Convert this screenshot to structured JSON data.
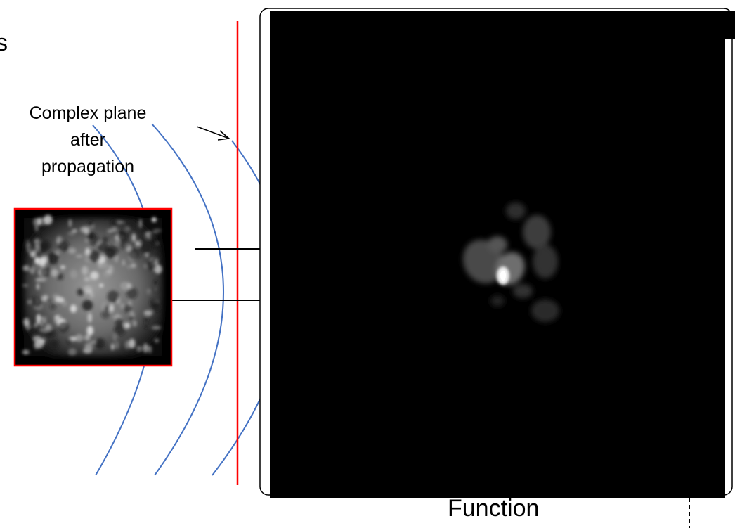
{
  "labels": {
    "partial_top_left": "s",
    "caption_line1": "Complex plane",
    "caption_line2": "after",
    "caption_line3": "propagation",
    "bottom": "Function"
  },
  "colors": {
    "wavefront": "#4472c4",
    "plane": "#ff0000",
    "image_border": "#ff0000",
    "panel": "#000000",
    "arrow": "#000000"
  }
}
